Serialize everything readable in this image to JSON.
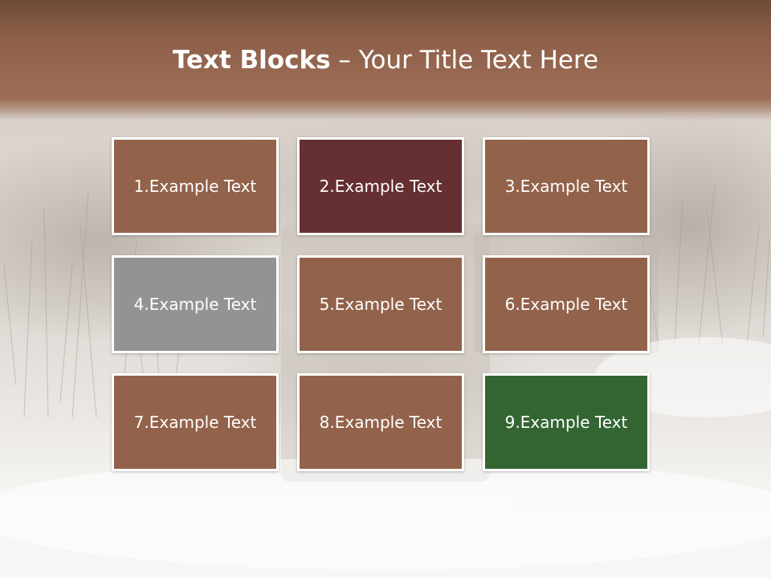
{
  "slide": {
    "title_bold": "Text Blocks",
    "title_separator": " – ",
    "title_rest": "Your Title Text Here"
  },
  "colors": {
    "header": "#9c6d57",
    "block_default": "#93624b",
    "block_dark_red": "#662f31",
    "block_gray": "#939393",
    "block_green": "#336533",
    "border": "#ffffff"
  },
  "blocks": [
    {
      "label": "1.Example Text",
      "color": "#93624b"
    },
    {
      "label": "2.Example Text",
      "color": "#662f31"
    },
    {
      "label": "3.Example Text",
      "color": "#93624b"
    },
    {
      "label": "4.Example Text",
      "color": "#939393"
    },
    {
      "label": "5.Example Text",
      "color": "#93624b"
    },
    {
      "label": "6.Example Text",
      "color": "#93624b"
    },
    {
      "label": "7.Example Text",
      "color": "#93624b"
    },
    {
      "label": "8.Example Text",
      "color": "#93624b"
    },
    {
      "label": "9.Example Text",
      "color": "#336533"
    }
  ]
}
